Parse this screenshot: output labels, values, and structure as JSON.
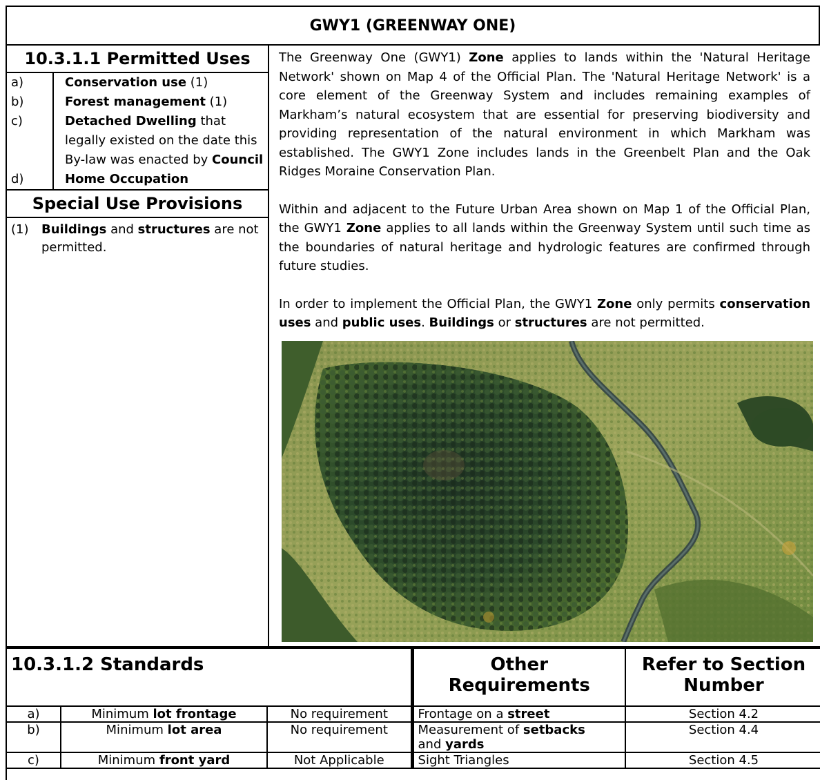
{
  "title": "GWY1 (GREENWAY ONE)",
  "permitted": {
    "heading": "10.3.1.1 Permitted Uses",
    "items": [
      {
        "letter": "a)",
        "bold": "Conservation use",
        "rest": " (1)"
      },
      {
        "letter": "b)",
        "bold": "Forest management",
        "rest": " (1)"
      },
      {
        "letter": "c)",
        "bold": "Detached Dwelling",
        "rest": " that legally existed on the date this By-law was enacted by ",
        "bold2": "Council"
      },
      {
        "letter": "d)",
        "bold": "Home Occupation",
        "rest": ""
      }
    ]
  },
  "special": {
    "heading": "Special Use Provisions",
    "num": "(1)",
    "b1": "Buildings",
    "t1": " and ",
    "b2": "structures",
    "t2": " are not permitted."
  },
  "desc": {
    "p1a": "The Greenway One (GWY1) ",
    "p1b": "Zone",
    "p1c": " applies to lands within the 'Natural Heritage Network' shown on Map 4 of the Official Plan.  The 'Natural Heritage Network' is a core element of the Greenway System and includes remaining examples of Markham’s natural ecosystem that are essential for preserving biodiversity and providing representation of the natural environment in which Markham was established. The GWY1 Zone includes lands in the Greenbelt Plan and the Oak Ridges Moraine Conservation Plan.",
    "p2a": "Within and adjacent to the Future Urban Area shown on Map 1 of the Official Plan, the GWY1 ",
    "p2b": "Zone",
    "p2c": " applies to all lands within the Greenway System until such time as the boundaries of natural heritage and hydrologic features are confirmed through future studies.",
    "p3a": "In order to implement the Official Plan, the GWY1 ",
    "p3b": "Zone",
    "p3c": " only permits ",
    "p3d": "conservation uses",
    "p3e": " and ",
    "p3f": "public uses",
    "p3g": ". ",
    "p3h": "Buildings",
    "p3i": " or ",
    "p3j": "structures",
    "p3k": " are not permitted."
  },
  "standards": {
    "heading": "10.3.1.2 Standards",
    "other_heading": "Other Requirements",
    "refer_heading": "Refer to Section Number",
    "rows": [
      {
        "letter": "a)",
        "pre": "Minimum ",
        "bold": "lot frontage",
        "value": "No requirement",
        "oreq_pre": "Frontage on a ",
        "oreq_bold": "street",
        "oreq_post": "",
        "oreq_bold2": "",
        "section": "Section 4.2"
      },
      {
        "letter": "b)",
        "pre": "Minimum ",
        "bold": "lot area",
        "value": "No requirement",
        "oreq_pre": "Measurement of ",
        "oreq_bold": "setbacks",
        "oreq_post": " and ",
        "oreq_bold2": "yards",
        "section": "Section 4.4"
      },
      {
        "letter": "c)",
        "pre": "Minimum ",
        "bold": "front yard",
        "value": "Not Applicable",
        "oreq_pre": "Sight Triangles",
        "oreq_bold": "",
        "oreq_post": "",
        "oreq_bold2": "",
        "section": "Section 4.5"
      }
    ]
  }
}
